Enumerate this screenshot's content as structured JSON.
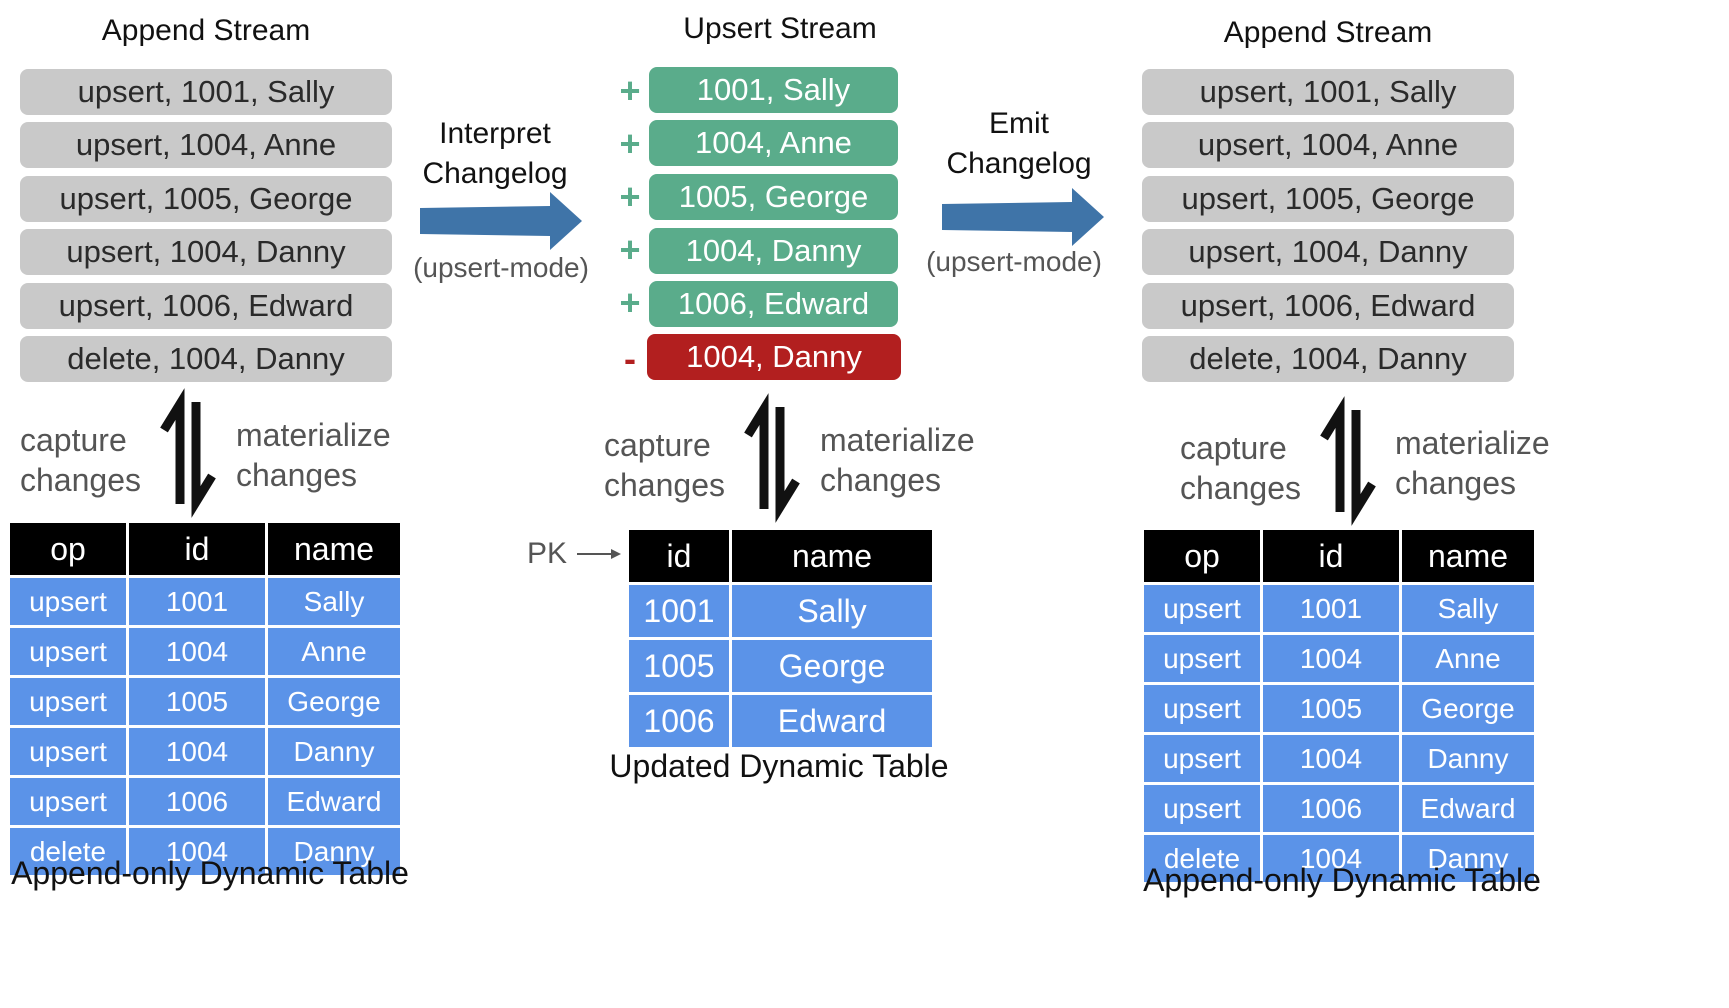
{
  "left": {
    "title": "Append Stream",
    "stream": [
      "upsert, 1001, Sally",
      "upsert, 1004, Anne",
      "upsert, 1005, George",
      "upsert, 1004, Danny",
      "upsert, 1006, Edward",
      "delete, 1004, Danny"
    ],
    "capture_label": [
      "capture",
      "changes"
    ],
    "materialize_label": [
      "materialize",
      "changes"
    ],
    "table": {
      "headers": [
        "op",
        "id",
        "name"
      ],
      "rows": [
        [
          "upsert",
          "1001",
          "Sally"
        ],
        [
          "upsert",
          "1004",
          "Anne"
        ],
        [
          "upsert",
          "1005",
          "George"
        ],
        [
          "upsert",
          "1004",
          "Danny"
        ],
        [
          "upsert",
          "1006",
          "Edward"
        ],
        [
          "delete",
          "1004",
          "Danny"
        ]
      ]
    },
    "caption": "Append-only Dynamic Table"
  },
  "arrow1": {
    "label": [
      "Interpret",
      "Changelog"
    ],
    "mode": "(upsert-mode)"
  },
  "middle": {
    "title": "Upsert Stream",
    "stream": [
      {
        "sign": "+",
        "text": "1001, Sally"
      },
      {
        "sign": "+",
        "text": "1004, Anne"
      },
      {
        "sign": "+",
        "text": "1005, George"
      },
      {
        "sign": "+",
        "text": "1004, Danny"
      },
      {
        "sign": "+",
        "text": "1006, Edward"
      },
      {
        "sign": "-",
        "text": "1004, Danny"
      }
    ],
    "capture_label": [
      "capture",
      "changes"
    ],
    "materialize_label": [
      "materialize",
      "changes"
    ],
    "pk_label": "PK",
    "table": {
      "headers": [
        "id",
        "name"
      ],
      "rows": [
        [
          "1001",
          "Sally"
        ],
        [
          "1005",
          "George"
        ],
        [
          "1006",
          "Edward"
        ]
      ]
    },
    "caption": "Updated Dynamic Table"
  },
  "arrow2": {
    "label": [
      "Emit",
      "Changelog"
    ],
    "mode": "(upsert-mode)"
  },
  "right": {
    "title": "Append Stream",
    "stream": [
      "upsert, 1001, Sally",
      "upsert, 1004, Anne",
      "upsert, 1005, George",
      "upsert, 1004, Danny",
      "upsert, 1006, Edward",
      "delete, 1004, Danny"
    ],
    "capture_label": [
      "capture",
      "changes"
    ],
    "materialize_label": [
      "materialize",
      "changes"
    ],
    "table": {
      "headers": [
        "op",
        "id",
        "name"
      ],
      "rows": [
        [
          "upsert",
          "1001",
          "Sally"
        ],
        [
          "upsert",
          "1004",
          "Anne"
        ],
        [
          "upsert",
          "1005",
          "George"
        ],
        [
          "upsert",
          "1004",
          "Danny"
        ],
        [
          "upsert",
          "1006",
          "Edward"
        ],
        [
          "delete",
          "1004",
          "Danny"
        ]
      ]
    },
    "caption": "Append-only Dynamic Table"
  },
  "colors": {
    "gray_pill": "#c9c9c9",
    "green_pill": "#5aac8b",
    "red_pill": "#b21f1f",
    "table_cell": "#5b93e8",
    "table_header": "#000000",
    "flow_arrow": "#3f74a8"
  }
}
